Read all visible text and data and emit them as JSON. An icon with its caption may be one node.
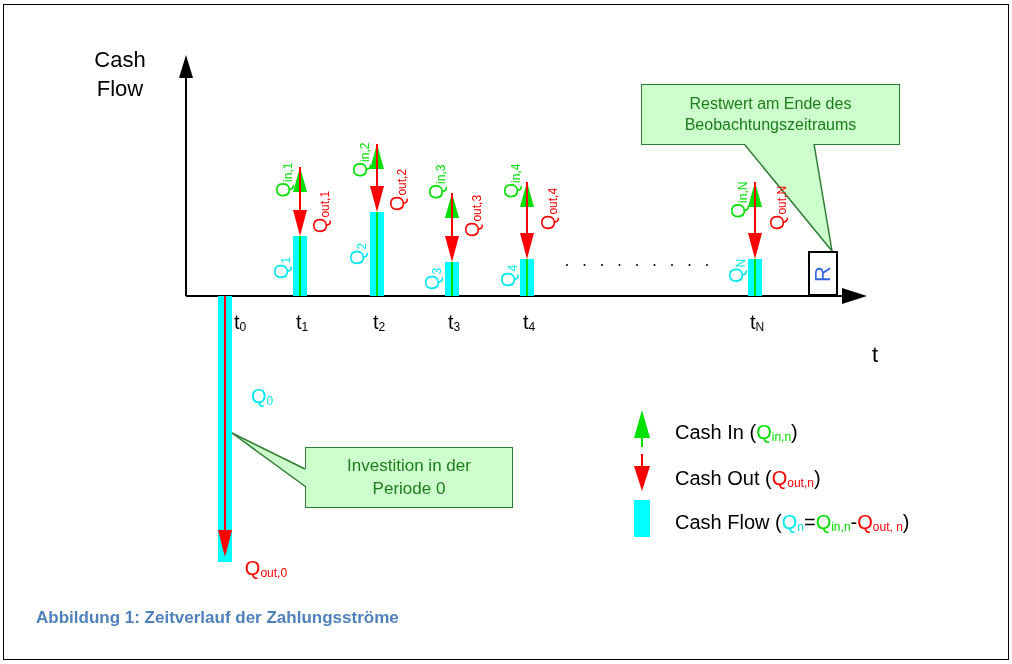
{
  "diagram": {
    "caption": "Abbildung 1: Zeitverlauf der Zahlungsströme",
    "nodes": [
      {
        "text": [
          "Restwert am Ende des Beobachtungszeitraums"
        ]
      },
      {
        "text": [
          "R"
        ]
      },
      {
        "text": [],
        "shape": "bar"
      },
      {
        "text": [
          "Investition in der Periode 0"
        ]
      }
    ],
    "edges": [
      {
        "from": 0,
        "to": 1,
        "arrow": "none"
      },
      {
        "from": 3,
        "to": 2,
        "arrow": "none"
      }
    ],
    "labels": [
      "Cash Flow",
      "Q$_{in,1}$",
      "Q$_{out,1}$",
      "Q$_{1}$",
      "Q$_{in,2}$",
      "Q$_{out,2}$",
      "Q$_{2}$",
      "Q$_{in,3}$",
      "Q$_{out,3}$",
      "Q$_{3}$",
      "Q$_{in,4}$",
      "Q$_{out,4}$",
      "Q$_{4}$",
      "Q$_{in,N}$",
      "Q$_{out,N}$",
      "Q$_{N}$",
      "t$_{0}$",
      "t$_{1}$",
      "t$_{2}$",
      "t$_{3}$",
      "t$_{4}$",
      "t$_{N}$",
      "t",
      "Q$_{0}$",
      "Q$_{out,0}$"
    ],
    "legend": [
      {
        "text": "Cash In (Q$_{in,n}$)"
      },
      {
        "text": "Cash Out (Q$_{out,n}$)"
      },
      {
        "text": "Cash Flow (Q$_{n}$=Q$_{in,n}$-Q$_{out, n}$)",
        "color": "#00ffff"
      }
    ]
  }
}
